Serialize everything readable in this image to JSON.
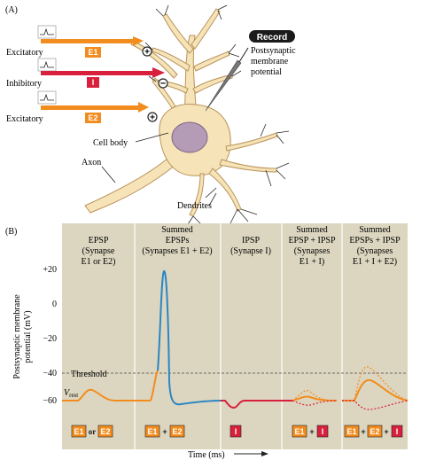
{
  "panel_a": {
    "label": "(A)",
    "inputs": [
      {
        "kind": "Excitatory",
        "tag": "E1",
        "sign": "+"
      },
      {
        "kind": "Inhibitory",
        "tag": "I",
        "sign": "−"
      },
      {
        "kind": "Excitatory",
        "tag": "E2",
        "sign": "+"
      }
    ],
    "record_label": "Record",
    "record_desc": [
      "Postsynaptic",
      "membrane",
      "potential"
    ],
    "cell_body": "Cell body",
    "axon": "Axon",
    "dendrites": "Dendrites"
  },
  "panel_b": {
    "label": "(B)",
    "columns": [
      {
        "title": [
          "EPSP",
          "(Synapse",
          "E1 or E2)"
        ],
        "footer": [
          "E1",
          "or",
          "E2"
        ]
      },
      {
        "title": [
          "Summed",
          "EPSPs",
          "(Synapses E1 + E2)"
        ],
        "footer": [
          "E1",
          "+",
          "E2"
        ]
      },
      {
        "title": [
          "IPSP",
          "(Synapse I)"
        ],
        "footer": [
          "I"
        ]
      },
      {
        "title": [
          "Summed",
          "EPSP + IPSP",
          "(Synapses",
          "E1 + I)"
        ],
        "footer": [
          "E1",
          "+",
          "I"
        ]
      },
      {
        "title": [
          "Summed",
          "EPSPs + IPSP",
          "(Synapses",
          "E1 + I + E2)"
        ],
        "footer": [
          "E1",
          "+",
          "E2",
          "+",
          "I"
        ]
      }
    ],
    "y_ticks": [
      "+20",
      "0",
      "−20",
      "−40",
      "−60"
    ],
    "ylabel_line1": "Postsynaptic membrane",
    "ylabel_line2": "potential (mV)",
    "threshold_label": "Threshold",
    "vrest_label": "V",
    "vrest_sub": "rest",
    "xlabel": "Time (ms)",
    "colors": {
      "excitatory": "#f28c1e",
      "inhibitory": "#d81f3c",
      "spike": "#2a86c4",
      "panel_bg": "#dcd6c0",
      "neuron": "#f6e3b8"
    }
  }
}
